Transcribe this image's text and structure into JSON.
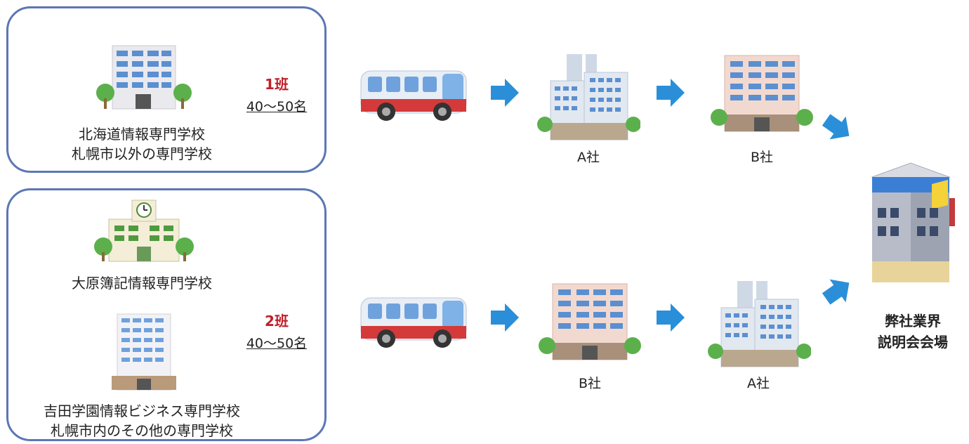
{
  "groups": [
    {
      "name": "1班",
      "count": "40〜50名",
      "schools": [
        "北海道情報専門学校\n札幌市以外の専門学校"
      ],
      "route": [
        "A社",
        "B社"
      ]
    },
    {
      "name": "2班",
      "count": "40〜50名",
      "schools": [
        "大原簿記情報専門学校",
        "吉田学園情報ビジネス専門学校\n札幌市内のその他の専門学校"
      ],
      "route": [
        "B社",
        "A社"
      ]
    }
  ],
  "venue": "弊社業界\n説明会会場",
  "colors": {
    "border": "#5b77b6",
    "arrow": "#2a8fd8",
    "group_name": "#c0202a"
  },
  "icons": [
    "school-building-icon",
    "school-clock-building-icon",
    "bus-icon",
    "arrow-right-icon",
    "office-tower-icon",
    "office-building-icon",
    "venue-building-icon"
  ]
}
